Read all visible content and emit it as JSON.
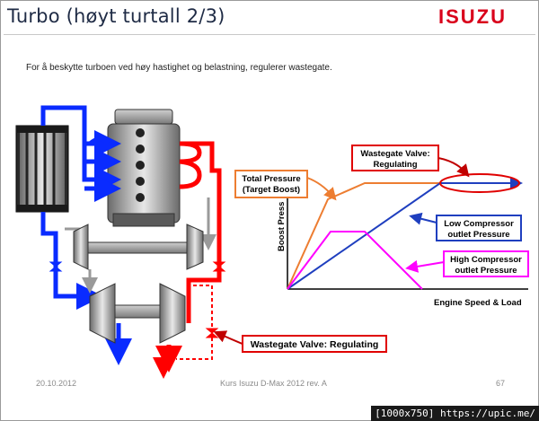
{
  "header": {
    "title": "Turbo (høyt turtall 2/3)",
    "logo": "ISUZU"
  },
  "description": "For å beskytte turboen ved høy hastighet og belastning, regulerer wastegate.",
  "engine_schematic": {
    "callout_wastegate": "Wastegate Valve: Regulating"
  },
  "boost_graph": {
    "y_axis_label": "Boost Press",
    "x_axis_label": "Engine Speed & Load",
    "callouts": {
      "total_pressure_line1": "Total Pressure",
      "total_pressure_line2": "(Target Boost)",
      "wastegate_line1": "Wastegate Valve:",
      "wastegate_line2": "Regulating",
      "low_comp_line1": "Low Compressor",
      "low_comp_line2": "outlet Pressure",
      "high_comp_line1": "High Compressor",
      "high_comp_line2": "outlet Pressure"
    },
    "colors": {
      "total": "#ed7d31",
      "low": "#1f3fbf",
      "high": "#ff00ff",
      "callout_border_red": "#e00000",
      "callout_border_orange": "#ed7d31"
    }
  },
  "footer": {
    "date": "20.10.2012",
    "course": "Kurs Isuzu D-Max 2012 rev. A",
    "page": "67"
  },
  "watermark": "[1000x750] https://upic.me/"
}
